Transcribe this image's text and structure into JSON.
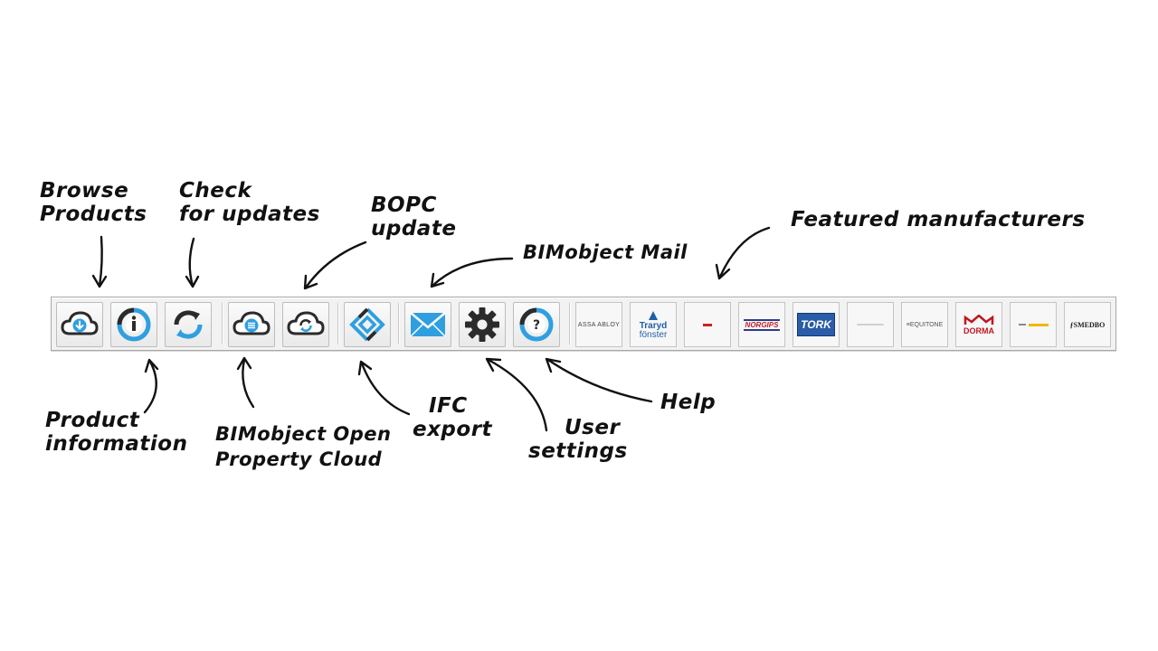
{
  "annotations": {
    "browse_products": [
      "Browse",
      "Products"
    ],
    "check_updates": [
      "Check",
      "for updates"
    ],
    "bopc_update": [
      "BOPC",
      "update"
    ],
    "bimobject_mail": [
      "BIMobject Mail"
    ],
    "featured_manufacturers": [
      "Featured manufacturers"
    ],
    "product_information": [
      "Product",
      "information"
    ],
    "bopc": [
      "BIMobject Open",
      "Property Cloud"
    ],
    "ifc_export": [
      "IFC",
      "export"
    ],
    "user_settings": [
      "User",
      "settings"
    ],
    "help": [
      "Help"
    ]
  },
  "toolbar": {
    "buttons": [
      {
        "name": "browse-products",
        "icon": "cloud-download-icon"
      },
      {
        "name": "product-information",
        "icon": "info-icon"
      },
      {
        "name": "check-for-updates",
        "icon": "refresh-icon"
      },
      {
        "name": "bimobject-open-property-cloud",
        "icon": "cloud-list-icon"
      },
      {
        "name": "bopc-update",
        "icon": "cloud-sync-icon"
      },
      {
        "name": "ifc-export",
        "icon": "ifc-logo-icon"
      },
      {
        "name": "bimobject-mail",
        "icon": "envelope-icon"
      },
      {
        "name": "user-settings",
        "icon": "gear-icon"
      },
      {
        "name": "help",
        "icon": "question-icon"
      }
    ],
    "manufacturers": {
      "assa_abloy": "ASSA ABLOY",
      "traryd_line1": "Traryd",
      "traryd_line2": "fönster",
      "norgips": "NORGIPS",
      "tork": "TORK",
      "equitone": "EQUITONE",
      "dorma": "DORMA",
      "smedbo": "SMEDBO"
    }
  },
  "colors": {
    "icon_blue": "#2f9fe0",
    "icon_dark": "#2b2b2b",
    "annotation": "#111111"
  }
}
